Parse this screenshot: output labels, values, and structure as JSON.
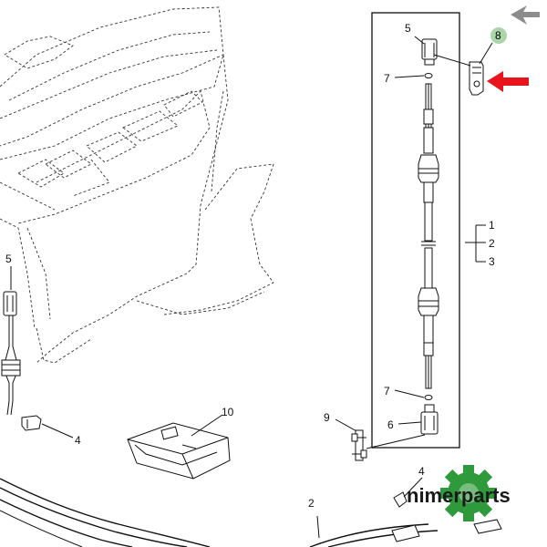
{
  "callouts": {
    "c1": "1",
    "c2": "2",
    "c2b": "2",
    "c3": "3",
    "c4a": "4",
    "c4b": "4",
    "c5a": "5",
    "c5b": "5",
    "c6": "6",
    "c7a": "7",
    "c7b": "7",
    "c8": "8",
    "c9": "9",
    "c10": "10"
  },
  "watermark": {
    "text": "nimerparts"
  },
  "colors": {
    "highlight_arrow": "#e8141b",
    "nav_arrow": "#8c8c8c",
    "badge_fill": "#8fc78f",
    "logo_gear": "#2e9a3c",
    "line": "#111111"
  }
}
